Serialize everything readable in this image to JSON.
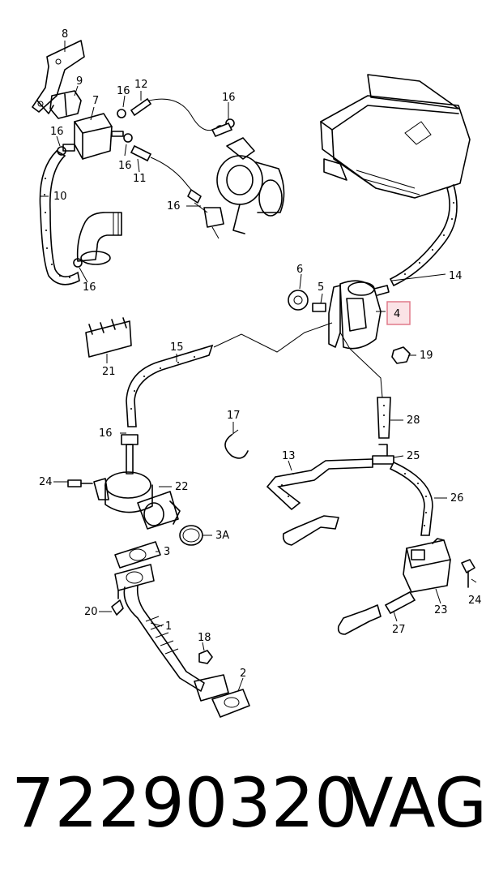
{
  "diagram": {
    "callouts": {
      "c1": "1",
      "c2": "2",
      "c3": "3",
      "c3a": "3A",
      "c4": "4",
      "c5": "5",
      "c6": "6",
      "c7": "7",
      "c8": "8",
      "c9": "9",
      "c10": "10",
      "c11": "11",
      "c12": "12",
      "c13": "13",
      "c14": "14",
      "c15": "15",
      "c16a": "16",
      "c16b": "16",
      "c16c": "16",
      "c16d": "16",
      "c16e": "16",
      "c16f": "16",
      "c16g": "16",
      "c17": "17",
      "c18": "18",
      "c19": "19",
      "c20": "20",
      "c21": "21",
      "c22": "22",
      "c23": "23",
      "c24a": "24",
      "c24b": "24",
      "c25": "25",
      "c26": "26",
      "c27": "27",
      "c28": "28"
    },
    "highlighted_callout": "4",
    "highlight_color": "#e07a8a"
  },
  "footer": {
    "part_number": "72290320",
    "brand": "VAG"
  }
}
